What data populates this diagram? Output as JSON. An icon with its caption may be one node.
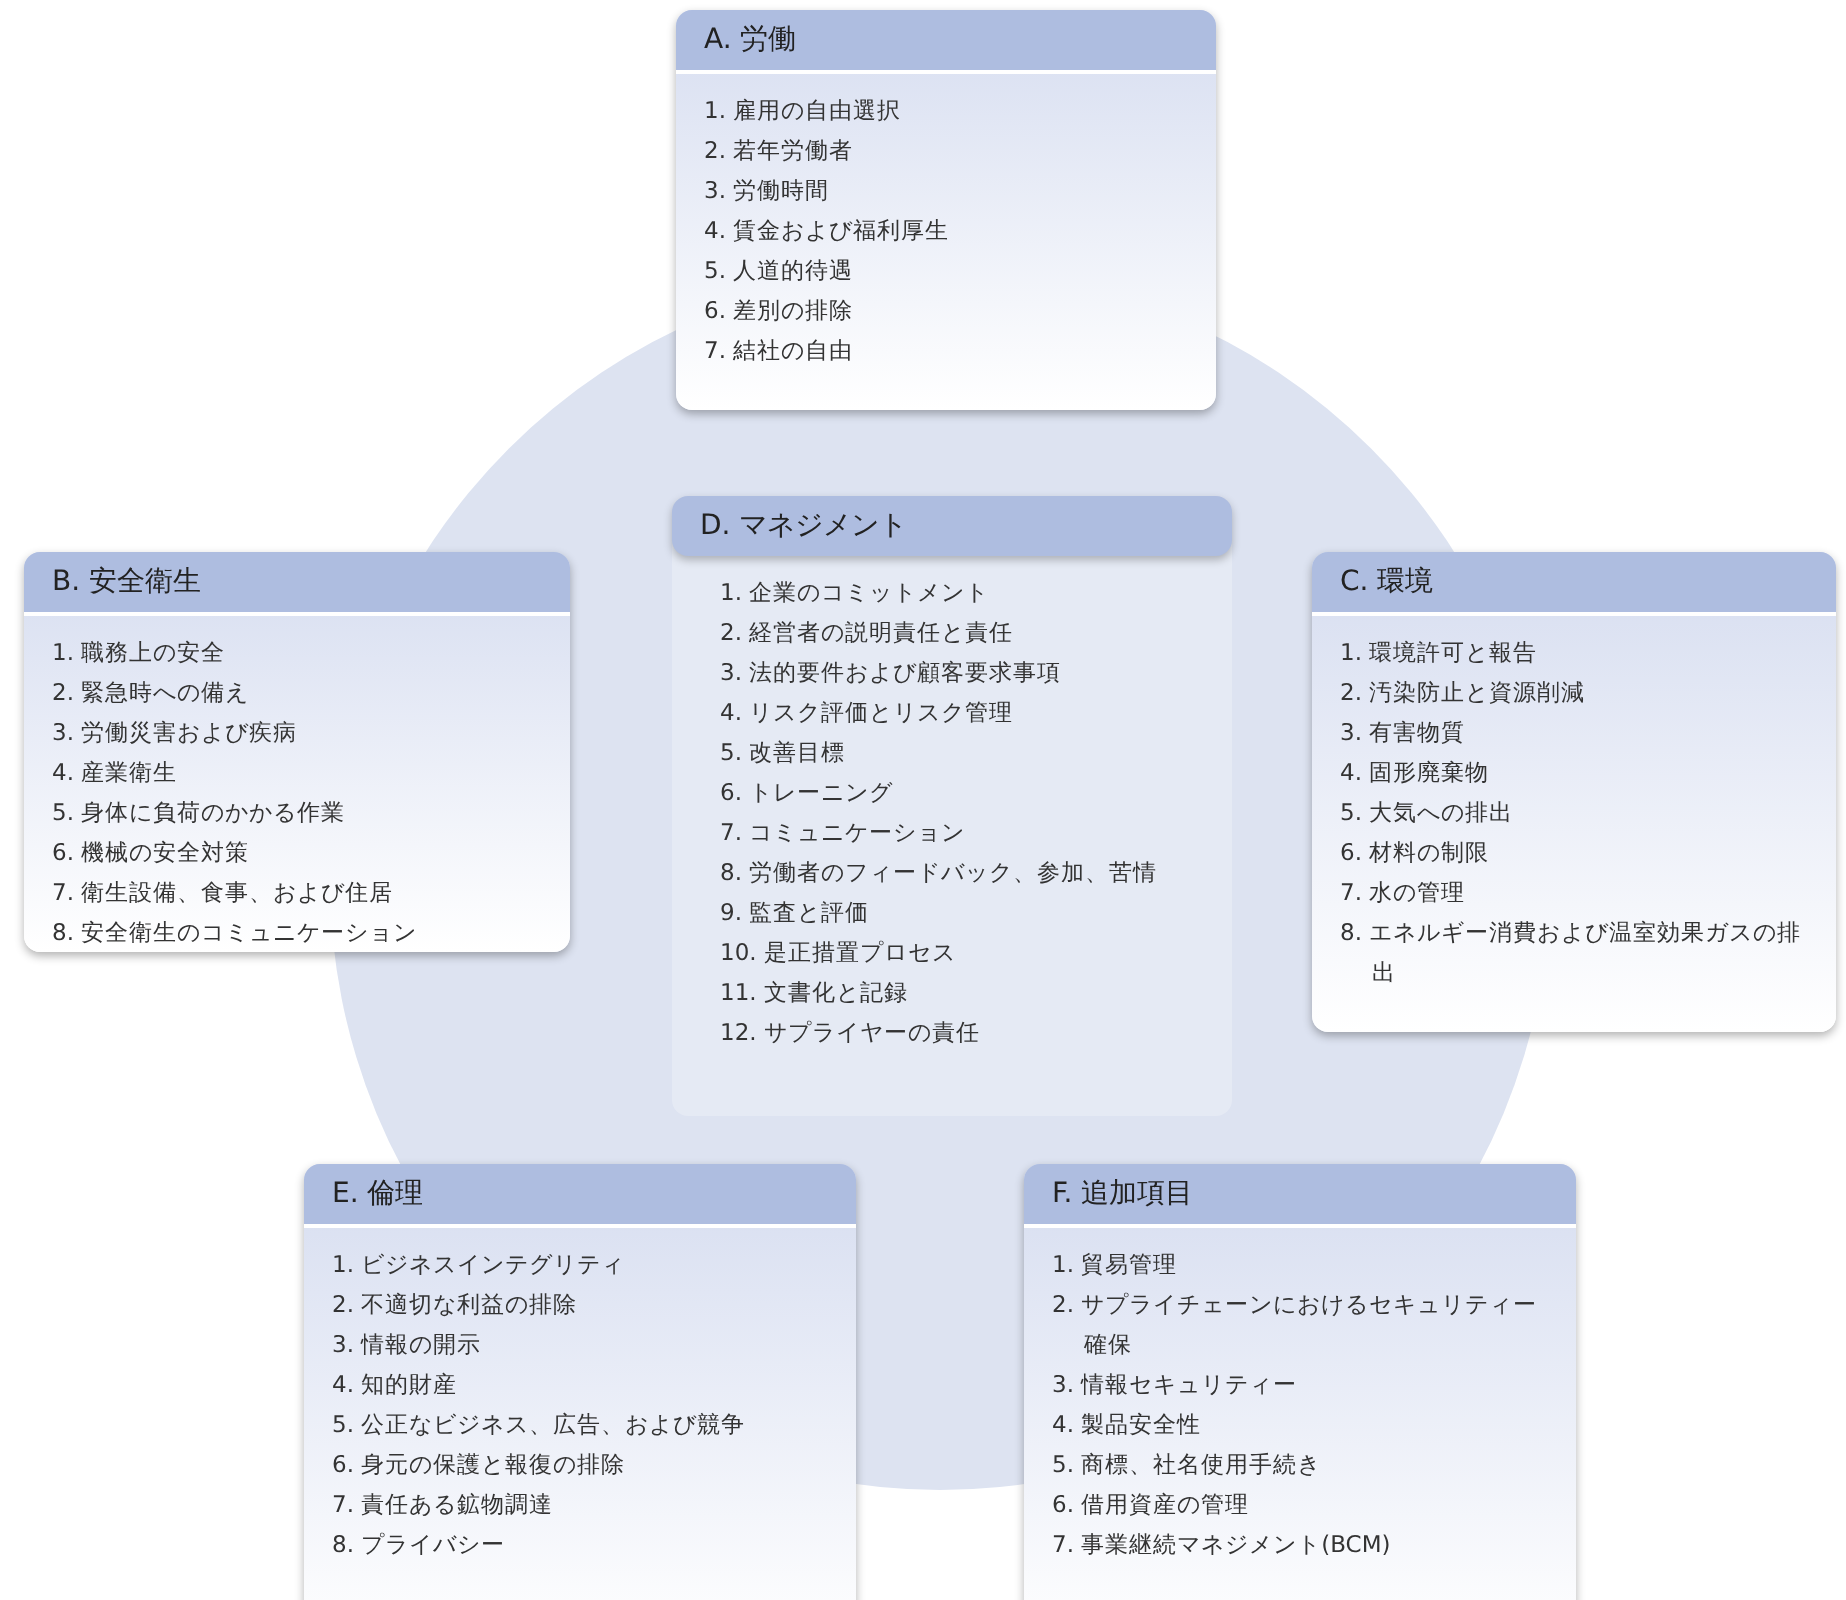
{
  "diagram": {
    "nodes": [
      {
        "text": [
          "A. 労働",
          "1. 雇用の自由選択",
          "2. 若年労働者",
          "3. 労働時間",
          "4. 賃金および福利厚生",
          "5. 人道的待遇",
          "6. 差別の排除",
          "7. 結社の自由"
        ]
      },
      {
        "text": [
          "B. 安全衛生",
          "1. 職務上の安全",
          "2. 緊急時への備え",
          "3. 労働災害および疾病",
          "4. 産業衛生",
          "5. 身体に負荷のかかる作業",
          "6. 機械の安全対策",
          "7. 衛生設備、食事、および住居",
          "8. 安全衛生のコミュニケーション"
        ]
      },
      {
        "text": [
          "D. マネジメント",
          "1. 企業のコミットメント",
          "2. 経営者の説明責任と責任",
          "3. 法的要件および顧客要求事項",
          "4. リスク評価とリスク管理",
          "5. 改善目標",
          "6. トレーニング",
          "7. コミュニケーション",
          "8. 労働者のフィードバック、参加、苦情",
          "9. 監査と評価",
          "10. 是正措置プロセス",
          "11. 文書化と記録",
          "12. サプライヤーの責任"
        ]
      },
      {
        "text": [
          "C. 環境",
          "1. 環境許可と報告",
          "2. 汚染防止と資源削減",
          "3. 有害物質",
          "4. 固形廃棄物",
          "5. 大気への排出",
          "6. 材料の制限",
          "7. 水の管理",
          "8. エネルギー消費および温室効果ガスの排出"
        ]
      },
      {
        "text": [
          "E. 倫理",
          "1. ビジネスインテグリティ",
          "2. 不適切な利益の排除",
          "3. 情報の開示",
          "4. 知的財産",
          "5. 公正なビジネス、広告、および競争",
          "6. 身元の保護と報復の排除",
          "7. 責任ある鉱物調達",
          "8. プライバシー"
        ]
      },
      {
        "text": [
          "F. 追加項目",
          "1. 貿易管理",
          "2. サプライチェーンにおけるセキュリティー確保",
          "3. 情報セキュリティー",
          "4. 製品安全性",
          "5. 商標、社名使用手続き",
          "6. 借用資産の管理",
          "7. 事業継続マネジメント(BCM)"
        ]
      }
    ]
  }
}
